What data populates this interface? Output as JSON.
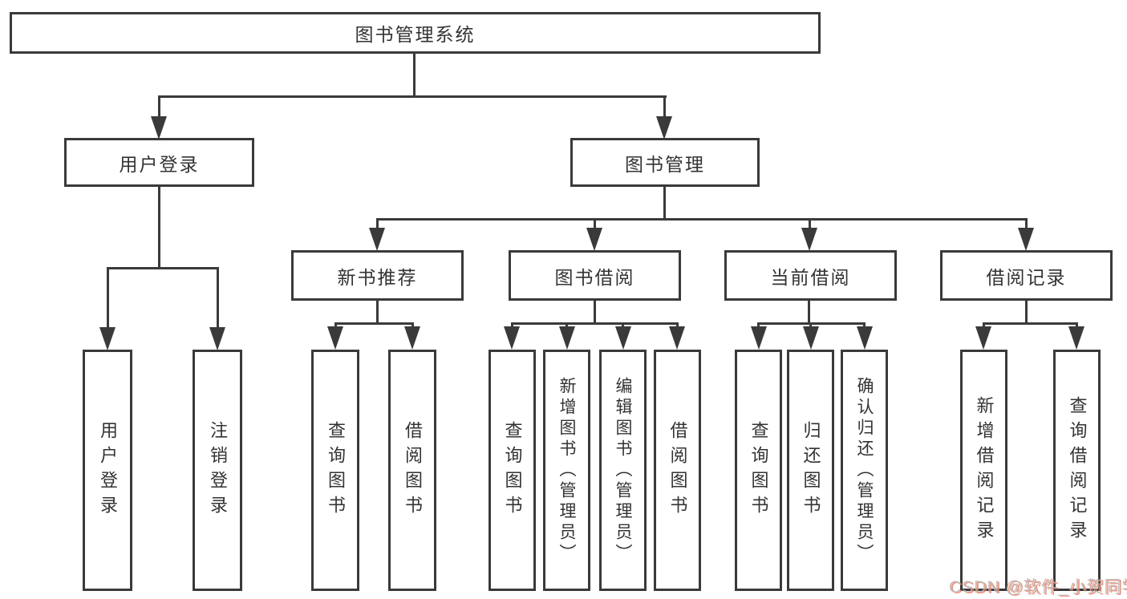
{
  "nodes": {
    "root": "图书管理系统",
    "user_login": "用户登录",
    "book_mgmt": "图书管理",
    "new_book": "新书推荐",
    "book_borrow": "图书借阅",
    "current_borrow": "当前借阅",
    "borrow_records": "借阅记录",
    "ul_login": "用户登录",
    "ul_logout": "注销登录",
    "nb_query": "查询图书",
    "nb_borrow": "借阅图书",
    "bb_query": "查询图书",
    "bb_add": "新增图书（管理员）",
    "bb_edit": "编辑图书（管理员）",
    "bb_borrow": "借阅图书",
    "cb_query": "查询图书",
    "cb_return": "归还图书",
    "cb_confirm": "确认归还（管理员）",
    "br_add": "新增借阅记录",
    "br_query": "查询借阅记录"
  },
  "watermark": "CSDN @软件_小贺同学",
  "colors": {
    "line": "#3a3a3a",
    "text": "#333333",
    "background": "#ffffff",
    "watermark": "#b3b3b3",
    "watermark_accent": "#f97c5f"
  }
}
